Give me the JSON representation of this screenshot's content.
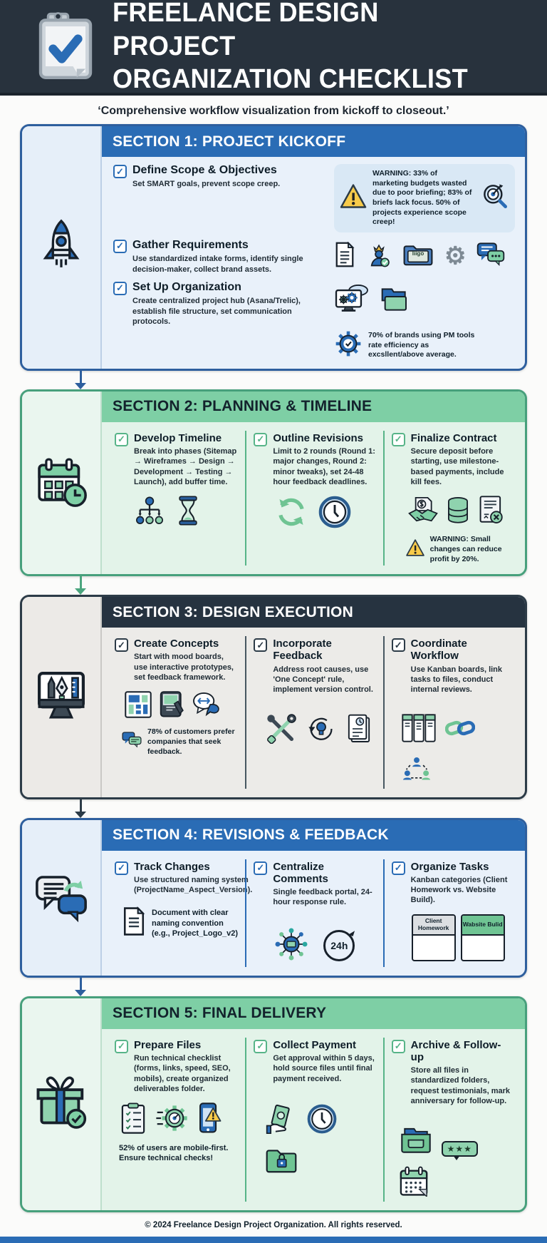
{
  "header": {
    "title_line1": "FREELANCE DESIGN PROJECT",
    "title_line2": "ORGANIZATION CHECKLIST",
    "subtitle": "‘Comprehensive workflow visualization from kickoff to closeout.’"
  },
  "colors": {
    "navy": "#263340",
    "blue": "#2a6cb5",
    "green": "#7ecfa5",
    "light_blue": "#e9f1fa",
    "light_green": "#e3f3e9",
    "warning_yellow": "#f8cb4a"
  },
  "glyphs": {
    "check": "✓",
    "gear": "⚙",
    "dollar": "$",
    "x": "×",
    "arrows_lr": "↔",
    "dots": "•••",
    "stars": "★★★",
    "warn_mark": "!"
  },
  "section1": {
    "title": "SECTION 1: PROJECT KICKOFF",
    "item1": {
      "title": "Define Scope & Objectives",
      "desc": "Set SMART goals, prevent scope creep."
    },
    "warning": "WARNING: 33% of marketing budgets wasted due to poor briefing; 83% of briefs lack focus. 50% of projects experience scope creep!",
    "item2": {
      "title": "Gather Requirements",
      "desc": "Use standardized intake forms, identify single decision-maker, collect brand assets."
    },
    "folder_label": "liigo",
    "item3": {
      "title": "Set Up Organization",
      "desc": "Create centralized project hub (Asana/Trelic), establish file structure, set communication protocols."
    },
    "stat": "70% of brands using PM tools rate efficiency as excsllent/above average."
  },
  "section2": {
    "title": "SECTION 2: PLANNING & TIMELINE",
    "col1": {
      "title": "Develop Timeline",
      "desc": "Break into phases (Sitemap → Wireframes → Design → Development → Testing → Launch), add buffer time."
    },
    "col2": {
      "title": "Outline Revisions",
      "desc": "Limit to 2 rounds (Round 1: major changes, Round 2: minor tweaks), set 24-48 hour feedback deadlines."
    },
    "col3": {
      "title": "Finalize Contract",
      "desc": "Secure deposit before starting, use milestone-based payments, include kill fees."
    },
    "warning": "WARNING: Small changes can reduce profit by 20%."
  },
  "section3": {
    "title": "SECTION 3: DESIGN EXECUTION",
    "col1": {
      "title": "Create Concepts",
      "desc": "Start with mood boards, use interactive prototypes, set feedback framework."
    },
    "stat": "78% of customers prefer companies that seek feedback.",
    "col2": {
      "title": "Incorporate Feedback",
      "desc": "Address root causes, use 'One Concept' rule, implement version control."
    },
    "col3": {
      "title": "Coordinate Workflow",
      "desc": "Use Kanban boards, link tasks to files, conduct internal reviews."
    }
  },
  "section4": {
    "title": "SECTION 4: REVISIONS & FEEDBACK",
    "col1": {
      "title": "Track Changes",
      "desc": "Use structured naming system (ProjectName_Aspect_Version)."
    },
    "note": "Document with clear naming convention (e.g., Project_Logo_v2)",
    "col2": {
      "title": "Centralize Comments",
      "desc": "Single feedback portal, 24-hour response rule."
    },
    "badge_24h": "24h",
    "col3": {
      "title": "Organize Tasks",
      "desc": "Kanban categories (Client Homework vs. Website Build)."
    },
    "kanban1": "Client Homework",
    "kanban2": "Wabsite Bulid"
  },
  "section5": {
    "title": "SECTION 5: FINAL DELIVERY",
    "col1": {
      "title": "Prepare Files",
      "desc": "Run technical checklist (forms, links, speed, SEO, mobils), create organized deliverables folder."
    },
    "stat": "52% of users are mobile-first. Ensure technical checks!",
    "col2": {
      "title": "Collect Payment",
      "desc": "Get approval within 5 days, hold source files until final payment received."
    },
    "col3": {
      "title": "Archive & Follow-up",
      "desc": "Store all files in standardized folders, request testimonials, mark anniversary for follow-up."
    }
  },
  "footer": "© 2024 Freelance Design Project Organization. All rights reserved."
}
